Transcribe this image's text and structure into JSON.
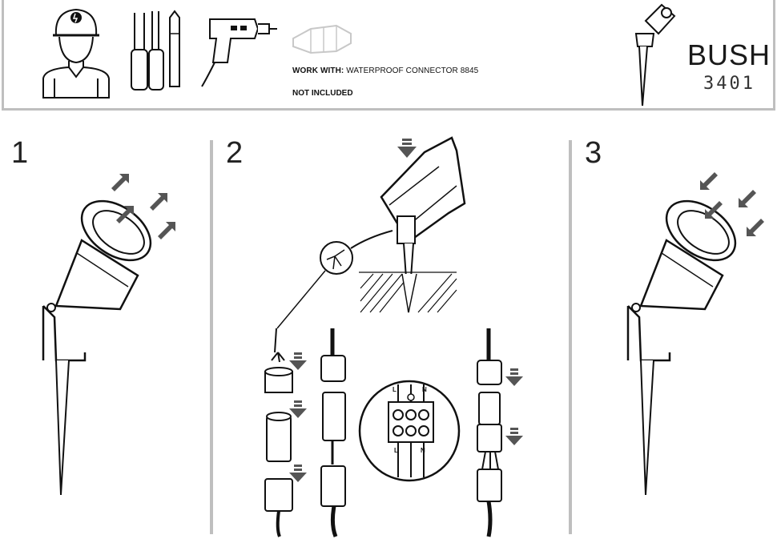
{
  "header": {
    "work_with_label": "WORK WITH:",
    "work_with_value": "WATERPROOF CONNECTOR 8845",
    "not_included": "NOT INCLUDED",
    "brand": "BUSH",
    "model": "3401"
  },
  "steps": [
    {
      "number": "1"
    },
    {
      "number": "2"
    },
    {
      "number": "3"
    }
  ],
  "terminal_labels": {
    "top": [
      "L",
      "N"
    ],
    "bottom": [
      "L",
      "N"
    ]
  },
  "colors": {
    "divider": "#bfbfbf",
    "arrow": "#555555",
    "line": "#111111"
  }
}
